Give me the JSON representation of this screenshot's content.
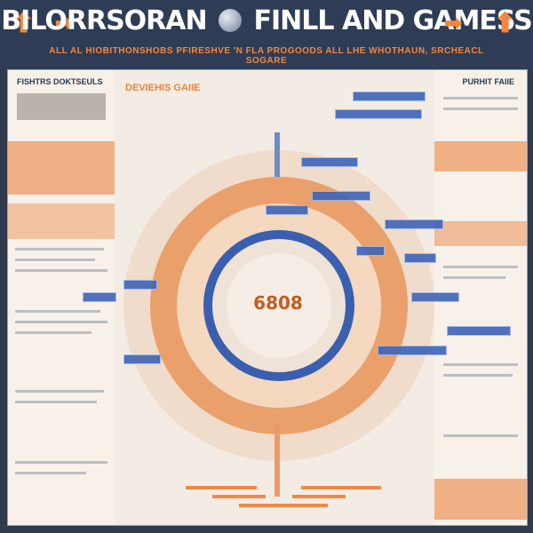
{
  "header": {
    "title_left": "BILORRSORAN",
    "title_right": "FINLL AND GAMESS",
    "subtitle": "ALL AL HIOBITHONSHOBS PFIRESHVE 'N FLA PROGOODS  ALL LHE  WHOTHAUN, SRCHEACL SOGARE"
  },
  "left_column": {
    "title": "FISHTRS DOKTSEULS"
  },
  "center": {
    "panel_label": "DEVIEHIS GAIIE",
    "score": "6808"
  },
  "right_column": {
    "title": "PURHIT FAIIE"
  },
  "colors": {
    "navy": "#2e3d55",
    "orange": "#f2873c",
    "blue": "#3f64b6",
    "paper": "#f3ece4"
  }
}
